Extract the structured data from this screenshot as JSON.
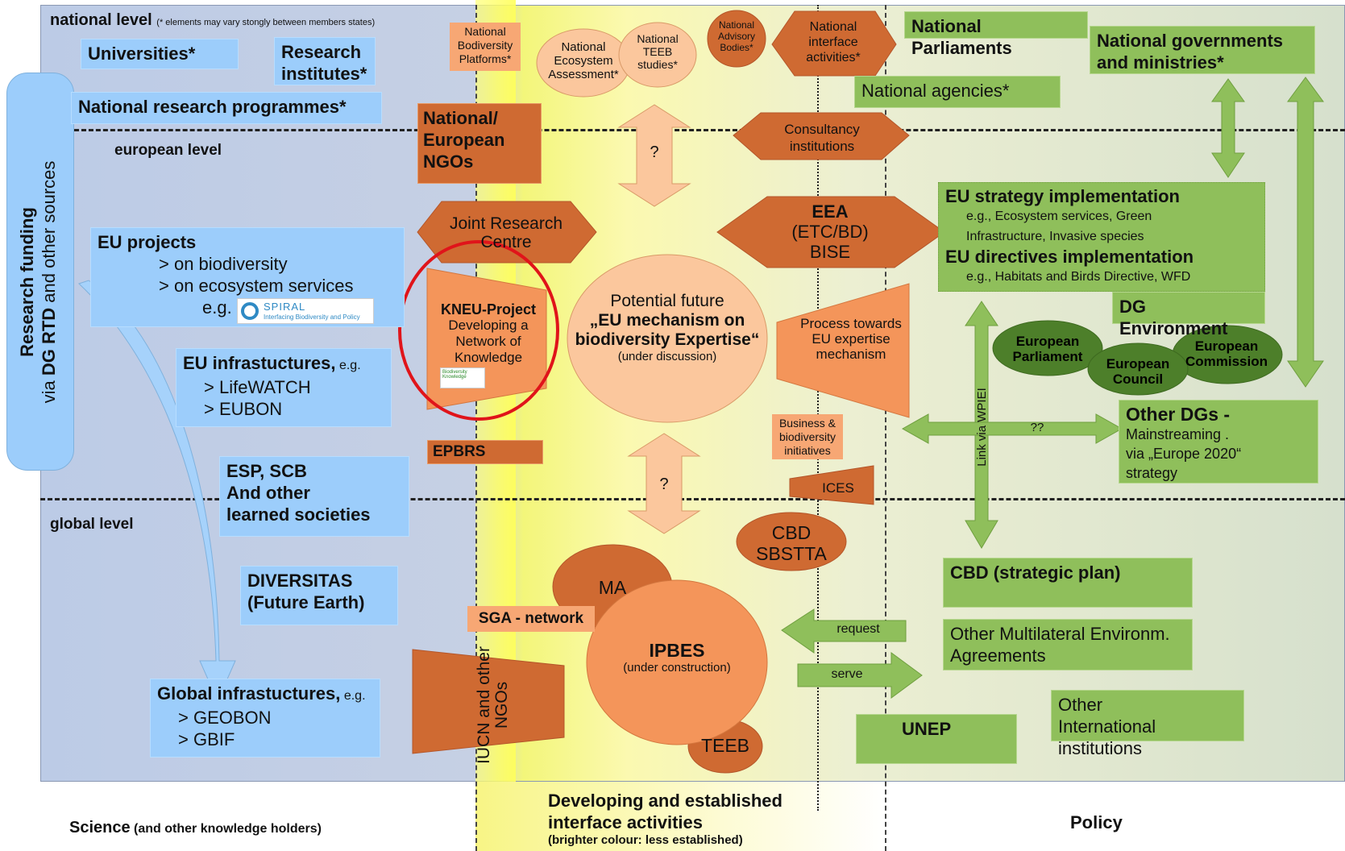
{
  "levels": {
    "national": "national level",
    "national_note": "(* elements may vary stongly between members states)",
    "european": "european level",
    "global": "global level"
  },
  "funding": {
    "line1": "Research funding",
    "line2_prefix": "via ",
    "line2_bold": "DG RTD",
    "line2_suffix": " and other sources"
  },
  "science": {
    "universities": "Universities*",
    "research_institutes_1": "Research",
    "research_institutes_2": "institutes*",
    "national_research": "National research programmes*",
    "eu_projects": "EU projects",
    "eu_projects_1": "> on biodiversity",
    "eu_projects_2": "> on ecosystem services",
    "eu_projects_eg": "e.g.",
    "spiral_logo": "SPIRAL",
    "spiral_tagline": "Interfacing Biodiversity and Policy",
    "eu_infra": "EU infrastuctures,",
    "eu_infra_eg": " e.g.",
    "eu_infra_1": "> LifeWATCH",
    "eu_infra_2": "> EUBON",
    "esp_1": "ESP, SCB",
    "esp_2": "And other",
    "esp_3": "learned societies",
    "diversitas_1": "DIVERSITAS",
    "diversitas_2": "(Future Earth)",
    "global_infra": "Global infrastuctures,",
    "global_infra_eg": " e.g.",
    "global_infra_1": "> GEOBON",
    "global_infra_2": "> GBIF"
  },
  "interface": {
    "nbp": "National Bodiversity Platforms*",
    "nea": "National Ecosystem Assessment*",
    "nteeb": "National TEEB studies*",
    "nab": "National Advisory Bodies*",
    "nia": "National interface activities*",
    "ngos_1": "National/",
    "ngos_2": "European",
    "ngos_3": "NGOs",
    "q1": "?",
    "q2": "?",
    "consultancy": "Consultancy institutions",
    "jrc": "Joint Research Centre",
    "eea_1": "EEA",
    "eea_2": "(ETC/BD)",
    "eea_3": "BISE",
    "kneu_title": "KNEU-Project",
    "kneu_text": "Developing a Network of Knowledge",
    "kneu_logo": "Biodiversity Knowledge",
    "future_1": "Potential future",
    "future_2": "„EU mechanism on biodiversity Expertise“",
    "future_3": "(under discussion)",
    "process": "Process towards EU expertise mechanism",
    "business": "Business & biodiversity initiatives",
    "epbrs": "EPBRS",
    "ices": "ICES",
    "cbd_sbstta_1": "CBD",
    "cbd_sbstta_2": "SBSTTA",
    "ma": "MA",
    "sga": "SGA - network",
    "ipbes": "IPBES",
    "ipbes_sub": "(under construction)",
    "teeb": "TEEB",
    "iucn": "IUCN and other NGOs",
    "request": "request",
    "serve": "serve"
  },
  "policy": {
    "parliaments": "National Parliaments",
    "governments_1": "National governments",
    "governments_2": "and ministries*",
    "agencies": "National agencies*",
    "eu_strategy": "EU strategy implementation",
    "eu_strategy_eg1": "e.g., Ecosystem services, Green",
    "eu_strategy_eg2": "Infrastructure, Invasive species",
    "eu_directives": "EU directives implementation",
    "eu_directives_eg": "e.g., Habitats and Birds Directive, WFD",
    "dg_env": "DG Environment",
    "eu_parliament": "European Parliament",
    "eu_council": "European Council",
    "eu_commission": "European Commission",
    "other_dgs": "Other DGs -",
    "other_dgs_1": "Mainstreaming .",
    "other_dgs_2": "via „Europe 2020“",
    "other_dgs_3": "strategy",
    "link_wpiei": "Link via WPIEI",
    "qq": "??",
    "cbd_plan": "CBD (strategic plan)",
    "mea_1": "Other Multilateral Environm.",
    "mea_2": "Agreements",
    "unep": "UNEP",
    "other_intl_1": "Other",
    "other_intl_2": "International institutions"
  },
  "footer": {
    "science_bold": "Science",
    "science_rest": " (and other knowledge holders)",
    "interface_1": "Developing and established",
    "interface_2": "interface activities",
    "interface_3": "(brighter colour: less established)",
    "policy": "Policy"
  },
  "colors": {
    "science_blue": "#9ccdfb",
    "policy_green": "#8fbf5b",
    "interface_orange": "#cf6a32",
    "interface_light": "#f7a774",
    "eu_bodies_dark_green": "#4d7f2a",
    "highlight_red": "#e0141a"
  }
}
